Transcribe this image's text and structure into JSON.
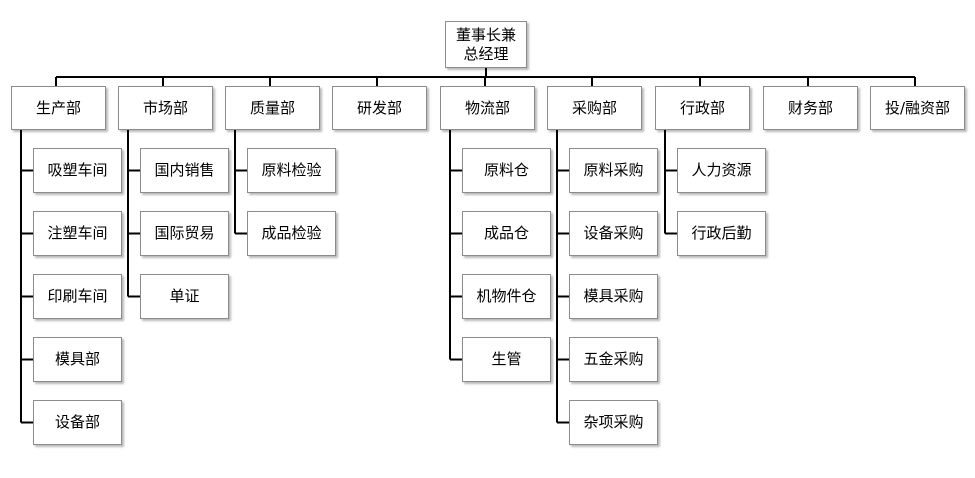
{
  "root": {
    "line1": "董事长兼",
    "line2": "总经理"
  },
  "departments": [
    {
      "label": "生产部",
      "children": [
        "吸塑车间",
        "注塑车间",
        "印刷车间",
        "模具部",
        "设备部"
      ]
    },
    {
      "label": "市场部",
      "children": [
        "国内销售",
        "国际贸易",
        "单证"
      ]
    },
    {
      "label": "质量部",
      "children": [
        "原料检验",
        "成品检验"
      ]
    },
    {
      "label": "研发部",
      "children": []
    },
    {
      "label": "物流部",
      "children": [
        "原料仓",
        "成品仓",
        "机物件仓",
        "生管"
      ]
    },
    {
      "label": "采购部",
      "children": [
        "原料采购",
        "设备采购",
        "模具采购",
        "五金采购",
        "杂项采购"
      ]
    },
    {
      "label": "行政部",
      "children": [
        "人力资源",
        "行政后勤"
      ]
    },
    {
      "label": "财务部",
      "children": []
    },
    {
      "label": "投/融资部",
      "children": []
    }
  ]
}
